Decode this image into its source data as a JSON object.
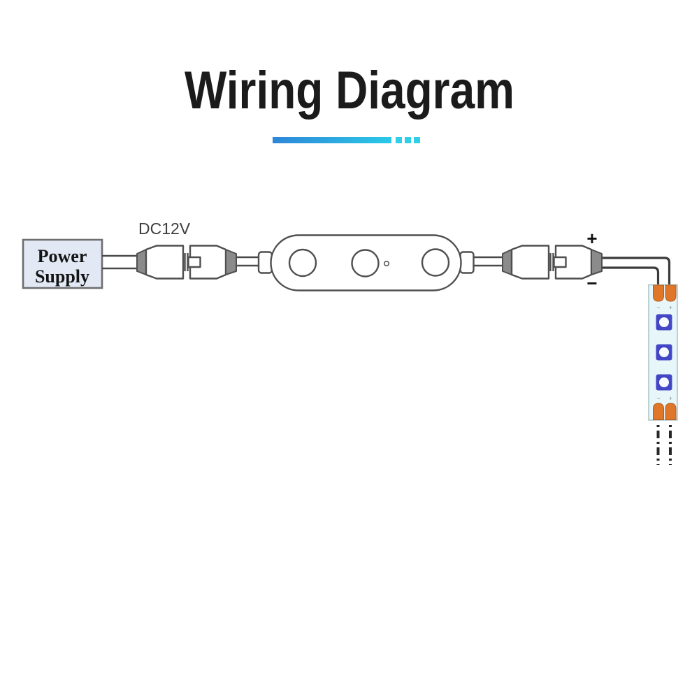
{
  "title": {
    "text": "Wiring Diagram"
  },
  "labels": {
    "power_supply_line1": "Power",
    "power_supply_line2": "Supply",
    "input_voltage": "DC12V",
    "wire_positive": "+",
    "wire_negative": "−",
    "strip_pad_positive": "+",
    "strip_pad_negative": "−"
  },
  "colors": {
    "title_text": "#1b1b1b",
    "bar_start": "#2e86d8",
    "bar_end": "#2ac9e8",
    "bar_dash": "#30cfe9",
    "outline_gray": "#4f4f4f",
    "connector_gray": "#8b8b8b",
    "power_box_fill": "#e2e9f5",
    "strip_fill": "#e7f6f8",
    "strip_border": "#a3bfc4",
    "pad_orange": "#e0762a",
    "pad_border": "#b55d18",
    "led_blue": "#4447c5",
    "led_lens": "#f7fbff",
    "wire_dark": "#3b3b3b"
  },
  "components": {
    "power_supply": "power-supply-box",
    "left_connector": "dc-barrel-connector-pair",
    "controller": "inline-mini-controller",
    "right_connector": "dc-barrel-connector-pair",
    "strip": "led-strip-section"
  }
}
